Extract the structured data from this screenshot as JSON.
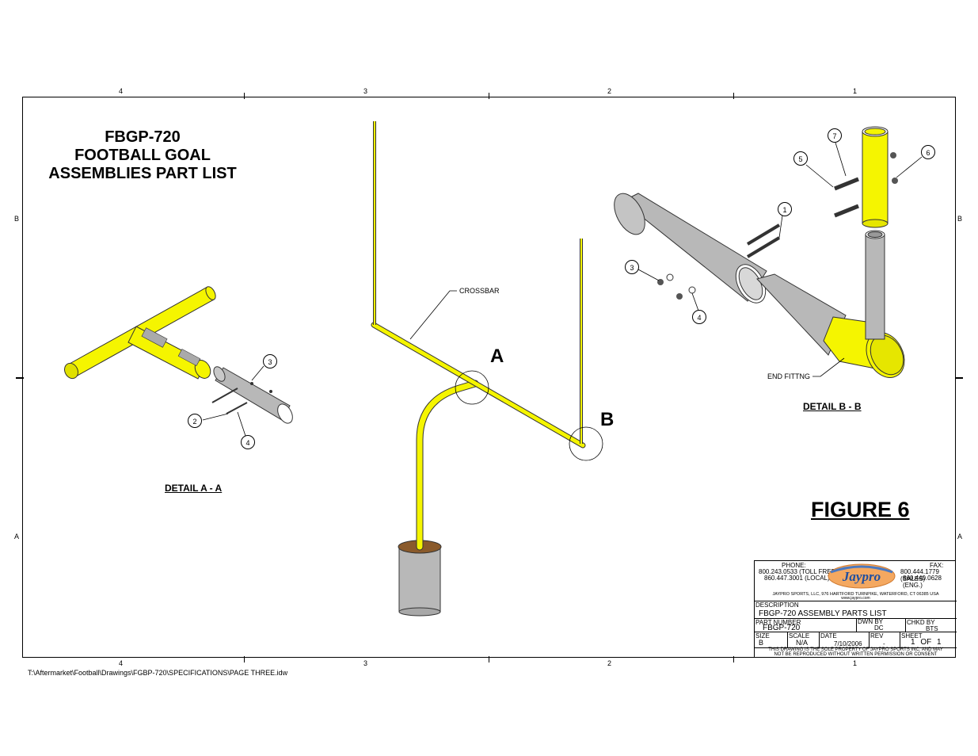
{
  "zones": {
    "top": [
      "4",
      "3",
      "2",
      "1"
    ],
    "bottom": [
      "4",
      "3",
      "2",
      "1"
    ],
    "left": [
      "B",
      "A"
    ],
    "right": [
      "B",
      "A"
    ]
  },
  "title": {
    "line1": "FBGP-720",
    "line2": "FOOTBALL GOAL",
    "line3": "ASSEMBLIES PART LIST"
  },
  "labels": {
    "crossbar": "CROSSBAR",
    "end_fitting": "END FITTNG",
    "detail_a": "DETAIL A - A",
    "detail_b": "DETAIL B - B",
    "figure": "FIGURE 6",
    "letter_a": "A",
    "letter_b": "B"
  },
  "bubbles": {
    "a3": "3",
    "a2": "2",
    "a4": "4",
    "b7": "7",
    "b6": "6",
    "b5": "5",
    "b1": "1",
    "b3": "3",
    "b4": "4"
  },
  "title_block": {
    "phone_label": "PHONE:",
    "phone_toll": "800.243.0533 (TOLL FREE)",
    "phone_local": "860.447.3001 (LOCAL)",
    "fax_label": "FAX:",
    "fax_sales": "800.444.1779 (SALES)",
    "fax_eng": "860.440.0628 (ENG.)",
    "logo": "Jaypro",
    "address": "JAYPRO SPORTS, LLC, 976 HARTFORD TURNPIKE, WATERFORD, CT 06385 USA",
    "web": "www.jaypro.com",
    "description_label": "DESCRIPTION",
    "description": "FBGP-720 ASSEMBLY PARTS LIST",
    "part_number_label": "PART NUMBER",
    "part_number": "FBGP-720",
    "dwn_by_label": "DWN BY",
    "dwn_by": "DC",
    "chkd_by_label": "CHKD BY",
    "chkd_by": "BTS",
    "size_label": "SIZE",
    "size": "B",
    "scale_label": "SCALE",
    "scale": "N/A",
    "date_label": "DATE",
    "date": "7/10/2006",
    "rev_label": "REV",
    "rev": "-",
    "sheet_label": "SHEET",
    "sheet": "1 OF 1",
    "notice1": "THIS DRAWING IS THE SOLE PROPERTY OF JAYPRO SPORTS INC. AND MAY",
    "notice2": "NOT BE REPRODUCED WITHOUT WRITTEN PERMISSION OR CONSENT"
  },
  "file_path": "T:\\Aftermarket\\Football\\Drawings\\FGBP-720\\SPECIFICATIONS\\PAGE THREE.idw",
  "colors": {
    "yellow": "#f5f500",
    "gray": "#b8b8b8",
    "brown": "#8a5a2b"
  }
}
